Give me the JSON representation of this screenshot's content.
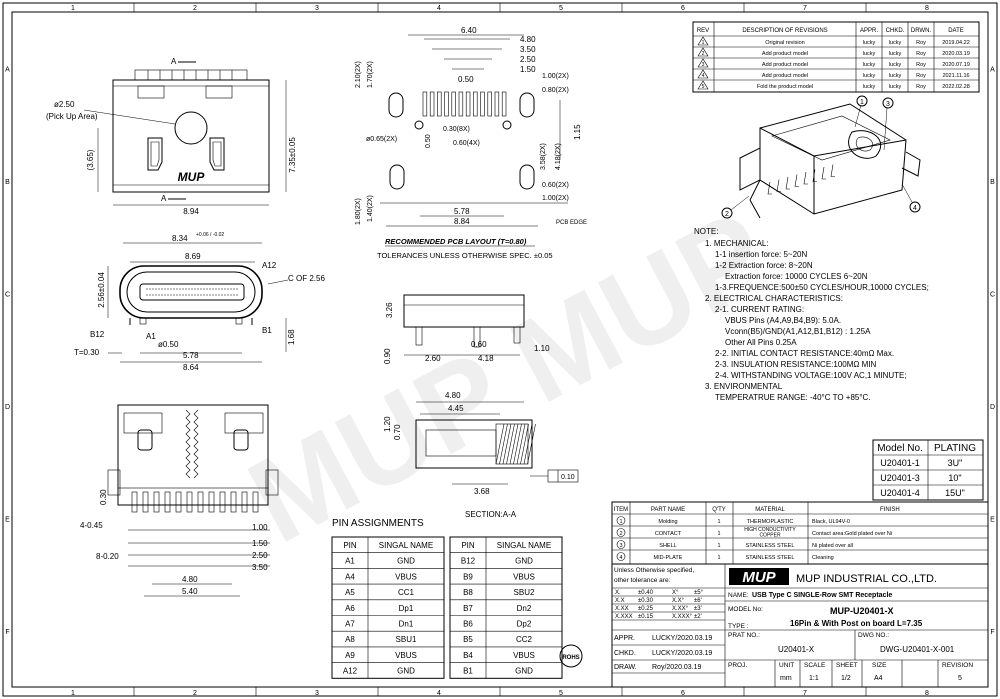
{
  "zones_top": [
    "1",
    "2",
    "3",
    "4",
    "5",
    "6",
    "7",
    "8"
  ],
  "zones_side": [
    "A",
    "B",
    "C",
    "D",
    "E",
    "F"
  ],
  "revision_table": {
    "headers": [
      "REV",
      "DESCRIPTION OF REVISIONS",
      "APPR.",
      "CHKD.",
      "DRWN.",
      "DATE"
    ],
    "rows": [
      [
        "1",
        "Original revision",
        "lucky",
        "lucky",
        "Roy",
        "2019.04.22"
      ],
      [
        "2",
        "Add product model",
        "lucky",
        "lucky",
        "Roy",
        "2020.03.19"
      ],
      [
        "3",
        "Add product model",
        "lucky",
        "lucky",
        "Roy",
        "2020.07.19"
      ],
      [
        "4",
        "Add product model",
        "lucky",
        "lucky",
        "Roy",
        "2021.11.16"
      ],
      [
        "5",
        "Fold the product model",
        "lucky",
        "lucky",
        "Roy",
        "2022.02.28"
      ]
    ]
  },
  "top_view": {
    "label_a_top": "A",
    "label_a_bottom": "A",
    "pickup": "ø2.50",
    "pickup_note": "(Pick Up Area)",
    "dim_height": "7.35±0.05",
    "dim_left": "(3.65)",
    "dim_width": "8.94",
    "logo": "MUP"
  },
  "front_view": {
    "d1": "8.34",
    "d1b": "+0.06 / -0.02",
    "d2": "8.69",
    "d3": "2.56±0.04",
    "a12": "A12",
    "b12": "B12",
    "a1": "A1",
    "b1": "B1",
    "cf": "C OF 2.56",
    "t": "T=0.30",
    "p": "ø0.50",
    "w1": "5.78",
    "w2": "8.64",
    "h": "1.68"
  },
  "bottom_view": {
    "d030": "0.30",
    "d445": "4-0.45",
    "d820": "8-0.20",
    "d100": "1.00",
    "d150": "1.50",
    "d250": "2.50",
    "d350": "3.50",
    "d480": "4.80",
    "d540": "5.40"
  },
  "pcb_layout": {
    "d640": "6.40",
    "d480": "4.80",
    "d350": "3.50",
    "d250": "2.50",
    "d150": "1.50",
    "d210": "2.10(2X)",
    "d170": "1.70(2X)",
    "d050a": "0.50",
    "d100": "1.00(2X)",
    "d080": "0.80(2X)",
    "d065": "ø0.65(2X)",
    "d030": "0.30(8X)",
    "d060": "0.60(4X)",
    "d050b": "0.50",
    "d115": "1.15",
    "d358": "3.58(2X)",
    "d418": "4.18(2X)",
    "d060b": "0.60(2X)",
    "d100b": "1.00(2X)",
    "d180": "1.80(2X)",
    "d140": "1.40(2X)",
    "d578": "5.78",
    "d884": "8.84",
    "pcb_edge": "PCB EDGE",
    "title": "RECOMMENDED PCB LAYOUT (T=0.80)",
    "tolerance": "TOLERANCES UNLESS OTHERWISE SPEC. ±0.05"
  },
  "side_view": {
    "d326": "3.26",
    "d090": "0.90",
    "d260": "2.60",
    "d060": "0.60",
    "d418": "4.18",
    "d110": "1.10"
  },
  "section": {
    "d480": "4.80",
    "d445": "4.45",
    "d120": "1.20",
    "d070": "0.70",
    "d368": "3.68",
    "flat": "0.10",
    "label": "SECTION:A-A"
  },
  "callouts": [
    "1",
    "2",
    "3",
    "4"
  ],
  "notes": {
    "header": "NOTE:",
    "lines": [
      "1. MECHANICAL:",
      "1-1  insertion force: 5~20N",
      "1-2  Extraction force: 8~20N",
      "Extraction force: 10000 CYCLES 6~20N",
      "1-3.FREQUENCE:500±50 CYCLES/HOUR,10000 CYCLES;",
      "2. ELECTRICAL CHARACTERISTICS:",
      "2-1. CURRENT RATING:",
      "VBUS Pins (A4,A9,B4,B9): 5.0A.",
      "Vconn(B5)/GND(A1,A12,B1,B12)  : 1.25A",
      "Other All Pins 0.25A",
      "2-2. INITIAL CONTACT RESISTANCE:40mΩ Max.",
      "2-3. INSULATION RESISTANCE:100MΩ MIN",
      "2-4. WITHSTANDING VOLTAGE:100V AC,1 MINUTE;",
      "3. ENVIRONMENTAL",
      "TEMPERATRUE RANGE:  -40°C TO +85°C."
    ]
  },
  "plating_table": {
    "headers": [
      "Model No.",
      "PLATING"
    ],
    "rows": [
      [
        "U20401-1",
        "3U\""
      ],
      [
        "U20401-3",
        "10\""
      ],
      [
        "U20401-4",
        "15U\""
      ]
    ]
  },
  "pin_assignments": {
    "title": "PIN ASSIGNMENTS",
    "headers": [
      "PIN",
      "SINGAL NAME"
    ],
    "left": [
      [
        "A1",
        "GND"
      ],
      [
        "A4",
        "VBUS"
      ],
      [
        "A5",
        "CC1"
      ],
      [
        "A6",
        "Dp1"
      ],
      [
        "A7",
        "Dn1"
      ],
      [
        "A8",
        "SBU1"
      ],
      [
        "A9",
        "VBUS"
      ],
      [
        "A12",
        "GND"
      ]
    ],
    "right": [
      [
        "B12",
        "GND"
      ],
      [
        "B9",
        "VBUS"
      ],
      [
        "B8",
        "SBU2"
      ],
      [
        "B7",
        "Dn2"
      ],
      [
        "B6",
        "Dp2"
      ],
      [
        "B5",
        "CC2"
      ],
      [
        "B4",
        "VBUS"
      ],
      [
        "B1",
        "GND"
      ]
    ]
  },
  "bom": {
    "headers": [
      "ITEM",
      "PART NAME",
      "Q'TY",
      "MATERIAL",
      "FINISH"
    ],
    "rows": [
      [
        "1",
        "Molding",
        "1",
        "THERMOPLASTIC",
        "Black, UL94V-0"
      ],
      [
        "2",
        "CONTACT",
        "1",
        "HIGH CONDUCTIVITY COPPER",
        "Contact area:Gold plated over Ni"
      ],
      [
        "3",
        "SHELL",
        "1",
        "STAINLESS STEEL",
        "Ni plated over all"
      ],
      [
        "4",
        "MID-PLATE",
        "1",
        "STAINLESS STEEL",
        "Cleaning"
      ]
    ]
  },
  "title_block": {
    "unless": "Unless Otherwise specified,",
    "tolerance_are": "other tolerance are:",
    "tol": [
      [
        "X.",
        "±0.40",
        "X°",
        "±5°"
      ],
      [
        "X.X",
        "±0.30",
        "X.X°",
        "±6'"
      ],
      [
        "X.XX",
        "±0.25",
        "X.XX°",
        "±3'"
      ],
      [
        "X.XXX",
        "±0.15",
        "X.XXX°",
        "±2'"
      ]
    ],
    "logo": "MUP",
    "company": "MUP INDUSTRIAL CO.,LTD.",
    "name_label": "NAME:",
    "name": "USB Type C  SINGLE-Row SMT Receptacle",
    "model_label": "MODEL No:",
    "model": "MUP-U20401-X",
    "type_label": "TYPE :",
    "type": "16Pin & With Post on board  L=7.35",
    "prat_label": "PRAT NO.:",
    "prat": "U20401-X",
    "dwg_label": "DWG NO.:",
    "dwg": "DWG-U20401-X-001",
    "appr_label": "APPR.",
    "appr": "LUCKY/2020.03.19",
    "chkd_label": "CHKD.",
    "chkd": "LUCKY/2020.03.19",
    "draw_label": "DRAW.",
    "draw": "Roy/2020.03.19",
    "proj_label": "PROJ.",
    "unit_label": "UNIT",
    "unit": "mm",
    "scale_label": "SCALE",
    "scale": "1:1",
    "sheet_label": "SHEET",
    "sheet": "1/2",
    "size_label": "SIZE",
    "size": "A4",
    "rev_label": "REVISION",
    "rev": "5"
  }
}
